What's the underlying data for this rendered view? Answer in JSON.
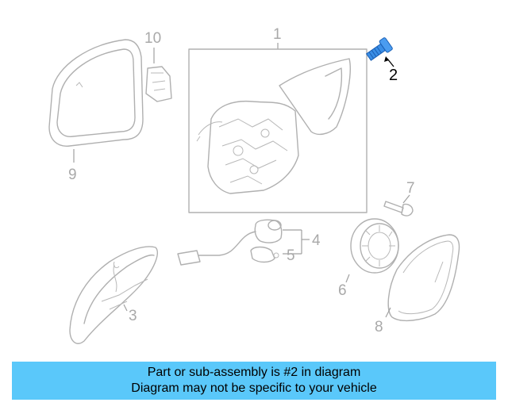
{
  "diagram": {
    "callouts": [
      "1",
      "2",
      "3",
      "4",
      "5",
      "6",
      "7",
      "8",
      "9",
      "10"
    ],
    "highlighted_callout": "2",
    "highlight_color": "#1a73e8",
    "part_color": "#b0b0b0"
  },
  "banner": {
    "line1": "Part or sub-assembly is #2 in diagram",
    "line2": "Diagram may not be specific to your vehicle",
    "background": "#5ac8fa"
  }
}
